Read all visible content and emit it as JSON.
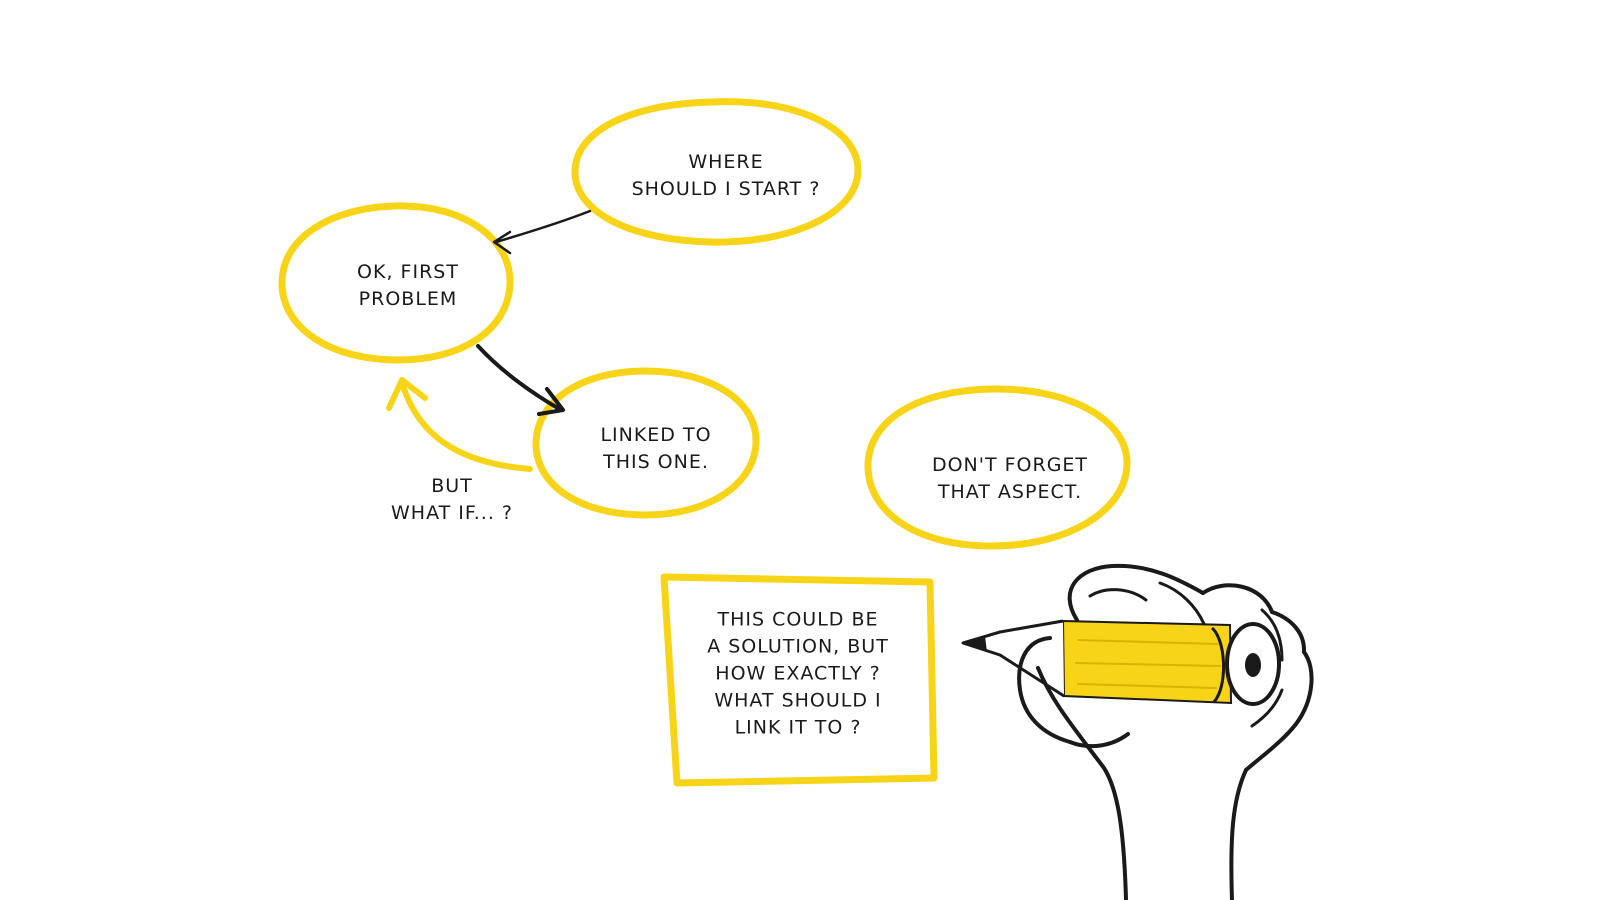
{
  "colors": {
    "accent": "#f7d417",
    "ink": "#1a1a1a",
    "background": "#ffffff"
  },
  "nodes": {
    "start": {
      "lines": [
        "WHERE",
        "SHOULD I START ?"
      ]
    },
    "first_problem": {
      "lines": [
        "OK, FIRST",
        "PROBLEM"
      ]
    },
    "linked": {
      "lines": [
        "LINKED TO",
        "THIS ONE."
      ]
    },
    "aspect": {
      "lines": [
        "DON'T FORGET",
        "THAT ASPECT."
      ]
    },
    "solution": {
      "lines": [
        "THIS COULD BE",
        "A SOLUTION, BUT",
        "HOW EXACTLY ?",
        "WHAT SHOULD I",
        "LINK IT TO ?"
      ]
    }
  },
  "annotations": {
    "what_if": {
      "lines": [
        "BUT",
        "WHAT IF... ?"
      ]
    }
  },
  "illustration": {
    "icon": "hand-holding-pencil-icon"
  }
}
